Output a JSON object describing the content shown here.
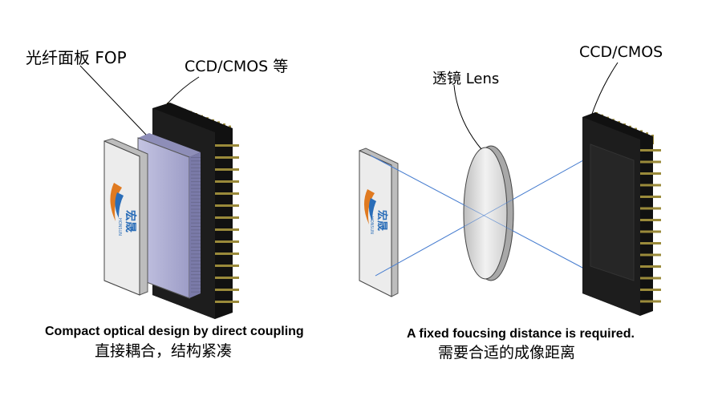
{
  "left": {
    "label_fop": "光纤面板  FOP",
    "label_sensor": "CCD/CMOS 等",
    "caption_en": "Compact optical design by direct coupling",
    "caption_cn": "直接耦合，结构紧凑",
    "logo_text": "宏晟",
    "logo_sub": "HONSUN"
  },
  "right": {
    "label_lens": "透镜 Lens",
    "label_sensor": "CCD/CMOS",
    "caption_en": "A fixed foucsing distance is required.",
    "caption_cn": "需要合适的成像距离",
    "logo_text": "宏晟",
    "logo_sub": "HONSUN"
  },
  "colors": {
    "sensor_body": "#1a1a1a",
    "pins": "#9a8a3a",
    "fop_plate": "#b8b8d8",
    "object_plate": "#eeeeee",
    "lens": "#dcdcdc",
    "rays": "#4a7fd0",
    "logo_blue": "#2a6db8",
    "logo_orange": "#e07a20"
  }
}
